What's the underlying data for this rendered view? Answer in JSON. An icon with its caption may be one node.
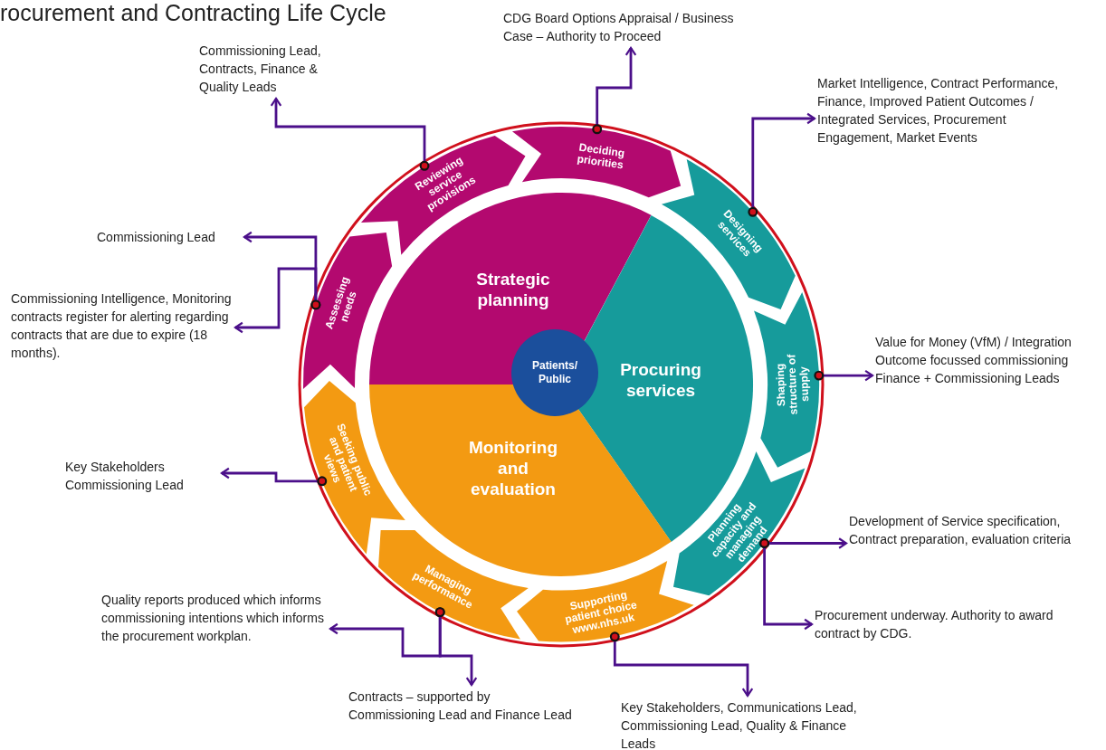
{
  "diagram": {
    "title": "rocurement and Contracting Life Cycle",
    "nodes": [
      {
        "text": [
          "Patients/ Public"
        ]
      },
      {
        "text": [
          "Strategic planning"
        ]
      },
      {
        "text": [
          "Procuring services"
        ]
      },
      {
        "text": [
          "Monitoring and evaluation"
        ]
      },
      {
        "text": [
          "Deciding priorities"
        ]
      },
      {
        "text": [
          "Designing services"
        ]
      },
      {
        "text": [
          "Shaping structure of supply"
        ]
      },
      {
        "text": [
          "Planning capacity and managing demand"
        ]
      },
      {
        "text": [
          "Supporting patient choice www.nhs.uk"
        ]
      },
      {
        "text": [
          "Managing performance"
        ]
      },
      {
        "text": [
          "Seeking public and patient views"
        ]
      },
      {
        "text": [
          "Assessing needs"
        ]
      },
      {
        "text": [
          "Reviewing service provisions"
        ]
      },
      {
        "text": [
          "CDG Board Options Appraisal / Business Case – Authority to Proceed"
        ]
      },
      {
        "text": [
          "Market Intelligence, Contract Performance, Finance, Improved Patient Outcomes / Integrated Services, Procurement Engagement, Market Events"
        ]
      },
      {
        "text": [
          "Value for Money (VfM) / Integration Outcome focussed commissioning Finance + Commissioning Leads"
        ]
      },
      {
        "text": [
          "Development of Service specification, Contract preparation, evaluation criteria"
        ]
      },
      {
        "text": [
          "Procurement underway. Authority to award contract by CDG."
        ]
      },
      {
        "text": [
          "Key Stakeholders, Communications Lead, Commissioning Lead, Quality & Finance Leads"
        ]
      },
      {
        "text": [
          "Contracts – supported by Commissioning Lead and Finance Lead"
        ]
      },
      {
        "text": [
          "Quality reports produced which informs commissioning intentions which informs the procurement workplan."
        ]
      },
      {
        "text": [
          "Key Stakeholders Commissioning Lead"
        ]
      },
      {
        "text": [
          "Commissioning Intelligence, Monitoring contracts register for alerting regarding contracts that are due to expire (18 months)."
        ]
      },
      {
        "text": [
          "Commissioning Lead"
        ]
      },
      {
        "text": [
          "Commissioning Lead, Contracts, Finance & Quality Leads"
        ]
      }
    ],
    "edges": [
      {
        "from": 4,
        "to": 13,
        "arrow": "to"
      },
      {
        "from": 5,
        "to": 14,
        "arrow": "to"
      },
      {
        "from": 6,
        "to": 15,
        "arrow": "to"
      },
      {
        "from": 7,
        "to": 16,
        "arrow": "to"
      },
      {
        "from": 7,
        "to": 17,
        "arrow": "to"
      },
      {
        "from": 8,
        "to": 18,
        "arrow": "to"
      },
      {
        "from": 9,
        "to": 19,
        "arrow": "to"
      },
      {
        "from": 9,
        "to": 20,
        "arrow": "to"
      },
      {
        "from": 10,
        "to": 21,
        "arrow": "to"
      },
      {
        "from": 11,
        "to": 22,
        "arrow": "to"
      },
      {
        "from": 11,
        "to": 23,
        "arrow": "to"
      },
      {
        "from": 12,
        "to": 24,
        "arrow": "to"
      }
    ]
  }
}
